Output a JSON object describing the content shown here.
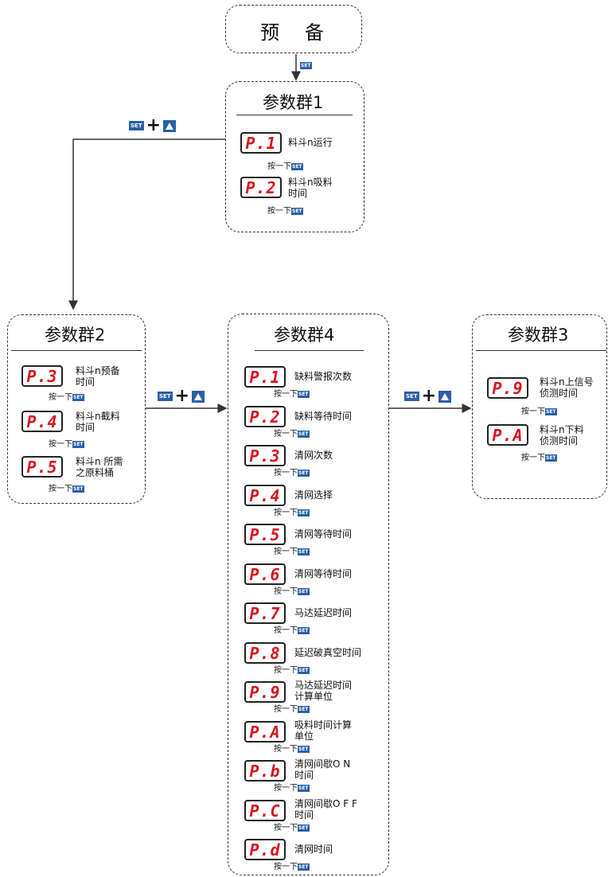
{
  "ready": {
    "label": "预　备"
  },
  "set_label": "SET",
  "keys": {
    "set": "SET",
    "up": "up-arrow-icon",
    "plus": "+"
  },
  "press_label": "按一下",
  "group1": {
    "title": "参数群1",
    "items": [
      {
        "code": "P.1",
        "text": [
          "料斗n运行"
        ]
      },
      {
        "code": "P.2",
        "text": [
          "料斗n吸料",
          "时间"
        ]
      }
    ]
  },
  "group2": {
    "title": "参数群2",
    "items": [
      {
        "code": "P.3",
        "text": [
          "料斗n预备",
          "时间"
        ]
      },
      {
        "code": "P.4",
        "text": [
          "料斗n截料",
          "时间"
        ]
      },
      {
        "code": "P.5",
        "text": [
          "料斗n 所需",
          "之原料桶"
        ]
      }
    ]
  },
  "group3": {
    "title": "参数群3",
    "items": [
      {
        "code": "P.9",
        "text": [
          "料斗n上信号",
          "侦测时间"
        ]
      },
      {
        "code": "P.A",
        "text": [
          "料斗n下料",
          "侦测时间"
        ]
      }
    ]
  },
  "group4": {
    "title": "参数群4",
    "items": [
      {
        "code": "P.1",
        "text": [
          "缺料警报次数"
        ]
      },
      {
        "code": "P.2",
        "text": [
          "缺料等待时间"
        ]
      },
      {
        "code": "P.3",
        "text": [
          "清网次数"
        ]
      },
      {
        "code": "P.4",
        "text": [
          "清网选择"
        ]
      },
      {
        "code": "P.5",
        "text": [
          "清网等待时间"
        ]
      },
      {
        "code": "P.6",
        "text": [
          "清网等待时间"
        ]
      },
      {
        "code": "P.7",
        "text": [
          "马达延迟时间"
        ]
      },
      {
        "code": "P.8",
        "text": [
          "延迟破真空时间"
        ]
      },
      {
        "code": "P.9",
        "text": [
          "马达延迟时间",
          "计算单位"
        ]
      },
      {
        "code": "P.A",
        "text": [
          "吸料时间计算",
          "单位"
        ]
      },
      {
        "code": "P.b",
        "text": [
          "清网间歇O N",
          "时间"
        ]
      },
      {
        "code": "P.C",
        "text": [
          "清网间歇O F F",
          "时间"
        ]
      },
      {
        "code": "P.d",
        "text": [
          "清网时间"
        ]
      }
    ]
  },
  "colors": {
    "display_red": "#d8141c",
    "key_blue": "#2b5fa8",
    "line": "#333333"
  }
}
